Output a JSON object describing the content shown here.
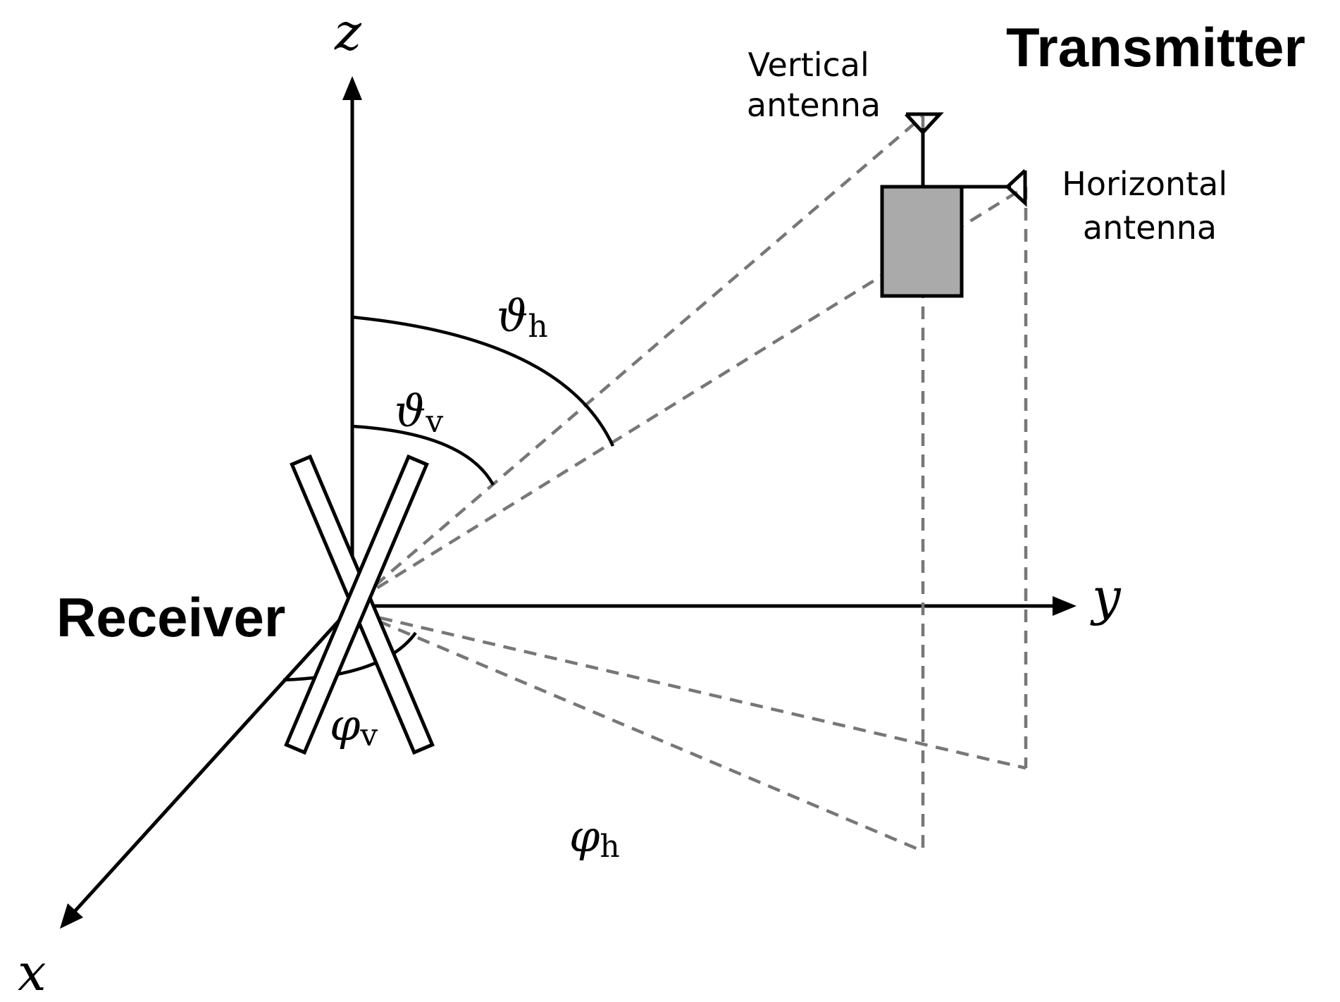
{
  "axes": {
    "x": "x",
    "y": "y",
    "z": "z"
  },
  "labels": {
    "transmitter": "Transmitter",
    "receiver": "Receiver",
    "vertical_antenna": [
      "Vertical",
      "antenna"
    ],
    "horizontal_antenna": [
      "Horizontal",
      "antenna"
    ]
  },
  "angles": {
    "theta_h": {
      "symbol": "ϑ",
      "sub": "h"
    },
    "theta_v": {
      "symbol": "ϑ",
      "sub": "v"
    },
    "phi_v": {
      "symbol": "φ",
      "sub": "v"
    },
    "phi_h": {
      "symbol": "φ",
      "sub": "h"
    }
  },
  "colors": {
    "transmitter_box": "#aaaaaa",
    "dashed_lines": "#777777",
    "lines": "#000000"
  }
}
